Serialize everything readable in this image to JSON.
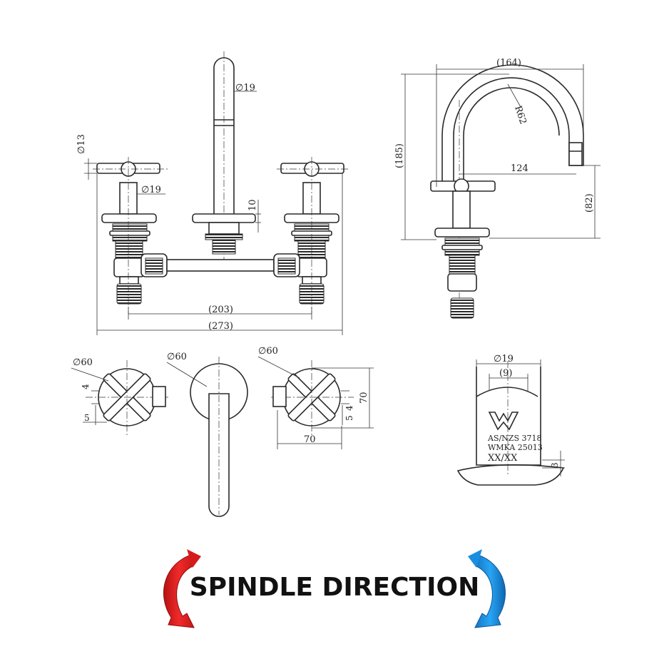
{
  "front_view": {
    "dims": {
      "spout_dia": "∅19",
      "handle_dia": "∅13",
      "body_dia": "∅19",
      "flange_height": "10",
      "inner_width": "(203)",
      "overall_width": "(273)"
    }
  },
  "side_view": {
    "dims": {
      "reach": "(164)",
      "radius": "R62",
      "height": "(185)",
      "outlet_reach": "124",
      "outlet_height": "(82)"
    }
  },
  "top_view": {
    "dims": {
      "left_handle_dia": "∅60",
      "spout_dia": "∅60",
      "right_handle_dia": "∅60",
      "left_offset_4": "4",
      "left_offset_5": "5",
      "right_offset_4": "4",
      "right_offset_5": "5",
      "depth": "70",
      "width": "70"
    }
  },
  "spout_detail": {
    "dims": {
      "outer_dia": "∅19",
      "inner_width": "(9)",
      "lip": "3"
    },
    "standard_line1": "AS/NZS  3718",
    "standard_line2": "WMKA  25013",
    "marks": "XX/XX"
  },
  "footer": {
    "title": "SPINDLE DIRECTION",
    "hot_color": "#e52222",
    "cold_color": "#1a8fe0"
  }
}
